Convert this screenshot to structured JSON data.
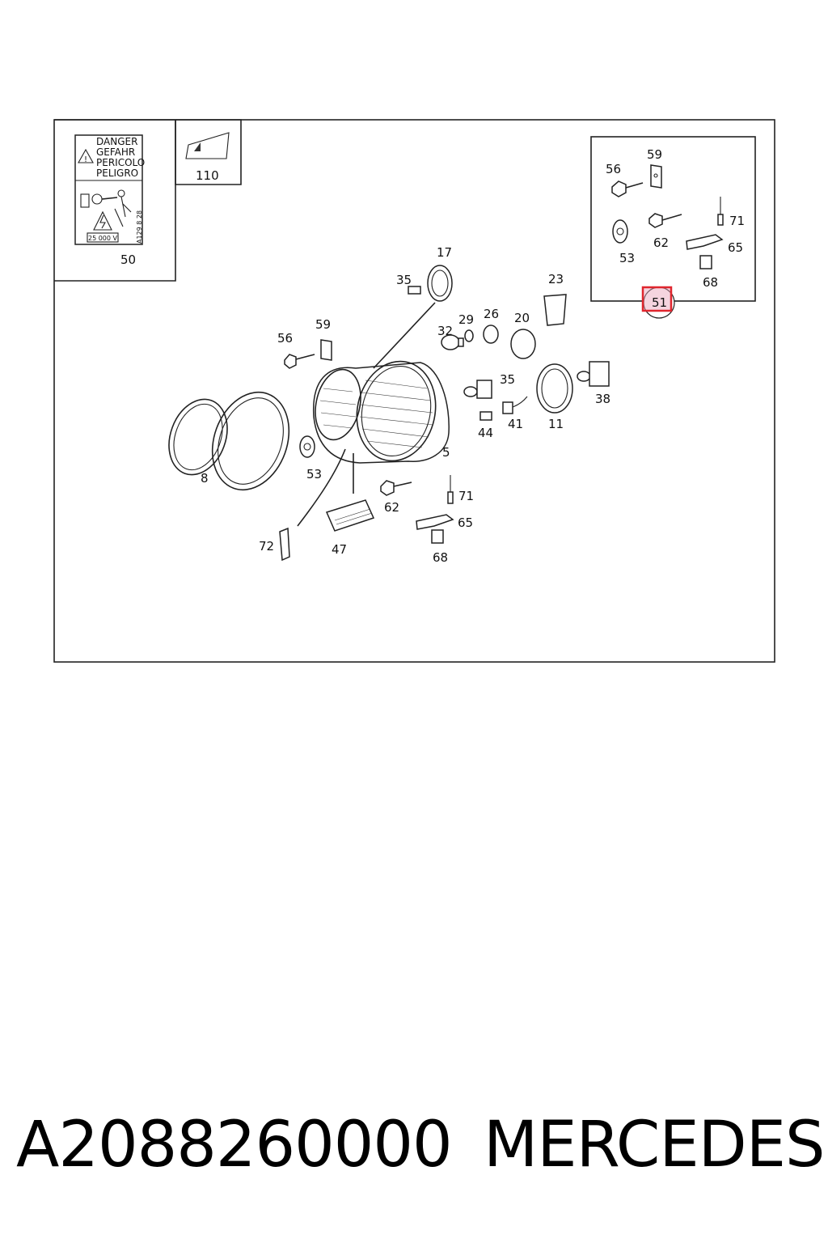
{
  "caption": {
    "part_number": "A2088260000",
    "brand": "MERCEDES"
  },
  "warning_label": {
    "lines": [
      "DANGER",
      "GEFAHR",
      "PERICOLO",
      "PELIGRO"
    ],
    "voltage": "25 000 V",
    "side_code": "A129 8 28"
  },
  "callouts": {
    "p50": "50",
    "p110": "110",
    "inset_56": "56",
    "inset_59": "59",
    "inset_71": "71",
    "inset_62": "62",
    "inset_53": "53",
    "inset_65": "65",
    "inset_68": "68",
    "p51": "51",
    "p17": "17",
    "p35a": "35",
    "p23": "23",
    "p32": "32",
    "p29": "29",
    "p26": "26",
    "p20": "20",
    "p56": "56",
    "p59": "59",
    "p35b": "35",
    "p38": "38",
    "p44": "44",
    "p41": "41",
    "p11": "11",
    "p5": "5",
    "p8": "8",
    "p53": "53",
    "p71": "71",
    "p62": "62",
    "p65": "65",
    "p72": "72",
    "p47": "47",
    "p68": "68"
  },
  "colors": {
    "highlight": "#e0262e",
    "highlight_fill": "#e8a0b8",
    "ink": "#222222"
  }
}
